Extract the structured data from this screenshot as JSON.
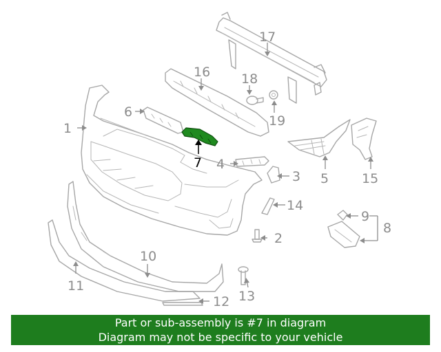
{
  "diagram": {
    "highlight_color": "#1f8a1f",
    "highlighted_part": "7",
    "callouts": {
      "c1": "1",
      "c2": "2",
      "c3": "3",
      "c4": "4",
      "c5": "5",
      "c6": "6",
      "c7": "7",
      "c8": "8",
      "c9": "9",
      "c10": "10",
      "c11": "11",
      "c12": "12",
      "c13": "13",
      "c14": "14",
      "c15": "15",
      "c16": "16",
      "c17": "17",
      "c18": "18",
      "c19": "19"
    }
  },
  "banner": {
    "line1": "Part or sub-assembly is #7 in diagram",
    "line2": "Diagram may not be specific to your vehicle",
    "background": "#1e7d1e"
  }
}
